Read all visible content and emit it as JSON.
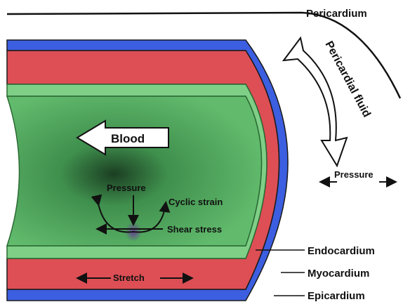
{
  "labels": {
    "pericardium": "Pericardium",
    "pericardial_fluid": "Pericardial fluid",
    "blood": "Blood",
    "pressure_outer": "Pressure",
    "pressure_inner": "Pressure",
    "cyclic_strain": "Cyclic strain",
    "shear_stress": "Shear stress",
    "stretch": "Stretch",
    "endocardium": "Endocardium",
    "myocardium": "Myocardium",
    "epicardium": "Epicardium"
  },
  "colors": {
    "epicardium": "#3c5ee0",
    "myocardium": "#dd4f55",
    "endocardium": "#7fcf87",
    "lumen": "#4aa55a",
    "outline": "#1a1a1a"
  }
}
